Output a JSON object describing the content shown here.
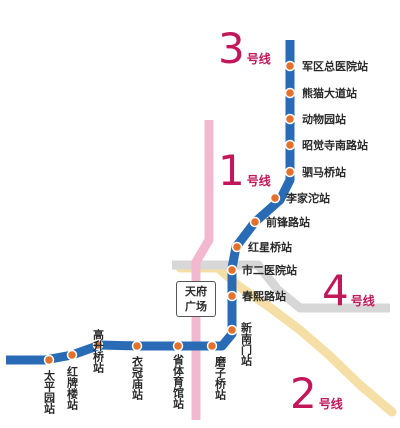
{
  "lines": {
    "line1": {
      "number": "1",
      "suffix": "号线",
      "color": "#f2b8cf"
    },
    "line2": {
      "number": "2",
      "suffix": "号线",
      "color": "#f6dfa6"
    },
    "line3": {
      "number": "3",
      "suffix": "号线",
      "color": "#2a6bb5"
    },
    "line4": {
      "number": "4",
      "suffix": "号线",
      "color": "#d7d7d7"
    },
    "badge_color": "#c2185b",
    "station_dot_color": "#e3702b"
  },
  "stations": {
    "junqu": "军区总医院站",
    "xiongmao": "熊猫大道站",
    "dongwuyuan": "动物园站",
    "zhaojuesi": "昭觉寺南路站",
    "simaqiao": "驷马桥站",
    "lijiatuo": "李家沱站",
    "qianfeng": "前锋路站",
    "hongxingqiao": "红星桥站",
    "shierjiyuan": "市二医院站",
    "chunxi": "春熙路站",
    "xinnanmen": "新南门站",
    "mozi": "磨子桥站",
    "shengtiyu": "省体育馆站",
    "yiguanmiao": "衣冠庙站",
    "gaoshengqiao": "高升桥站",
    "hongpailou": "红牌楼站",
    "taipingyuan": "太平园站"
  },
  "hub": {
    "line_1": "天府",
    "line_2": "广场"
  }
}
